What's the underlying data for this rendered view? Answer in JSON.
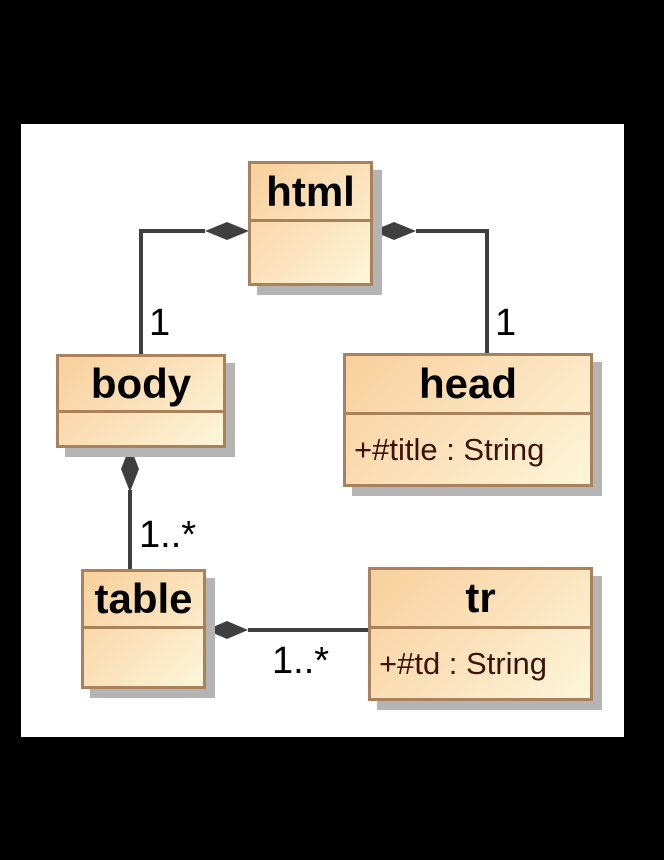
{
  "window": {
    "background": "#000000",
    "canvas_background": "#ffffff"
  },
  "diagram": {
    "type": "uml-class-diagram",
    "classes": [
      {
        "name": "html",
        "attributes": []
      },
      {
        "name": "body",
        "attributes": []
      },
      {
        "name": "head",
        "attributes": [
          "+#title : String"
        ]
      },
      {
        "name": "table",
        "attributes": []
      },
      {
        "name": "tr",
        "attributes": [
          "+#td : String"
        ]
      }
    ],
    "relations": [
      {
        "from": "html",
        "to": "body",
        "type": "composition",
        "multiplicity": "1"
      },
      {
        "from": "html",
        "to": "head",
        "type": "composition",
        "multiplicity": "1"
      },
      {
        "from": "body",
        "to": "table",
        "type": "composition",
        "multiplicity": "1..*"
      },
      {
        "from": "table",
        "to": "tr",
        "type": "composition",
        "multiplicity": "1..*"
      }
    ],
    "colors": {
      "box_border": "#a9825c",
      "box_fill_top_left": "#f8d09c",
      "box_fill_bottom_right": "#fdf6da",
      "connector": "#3f3f3f",
      "shadow": "#b4b4b4",
      "attribute_text": "#3c130b",
      "title_text": "#000000"
    }
  }
}
